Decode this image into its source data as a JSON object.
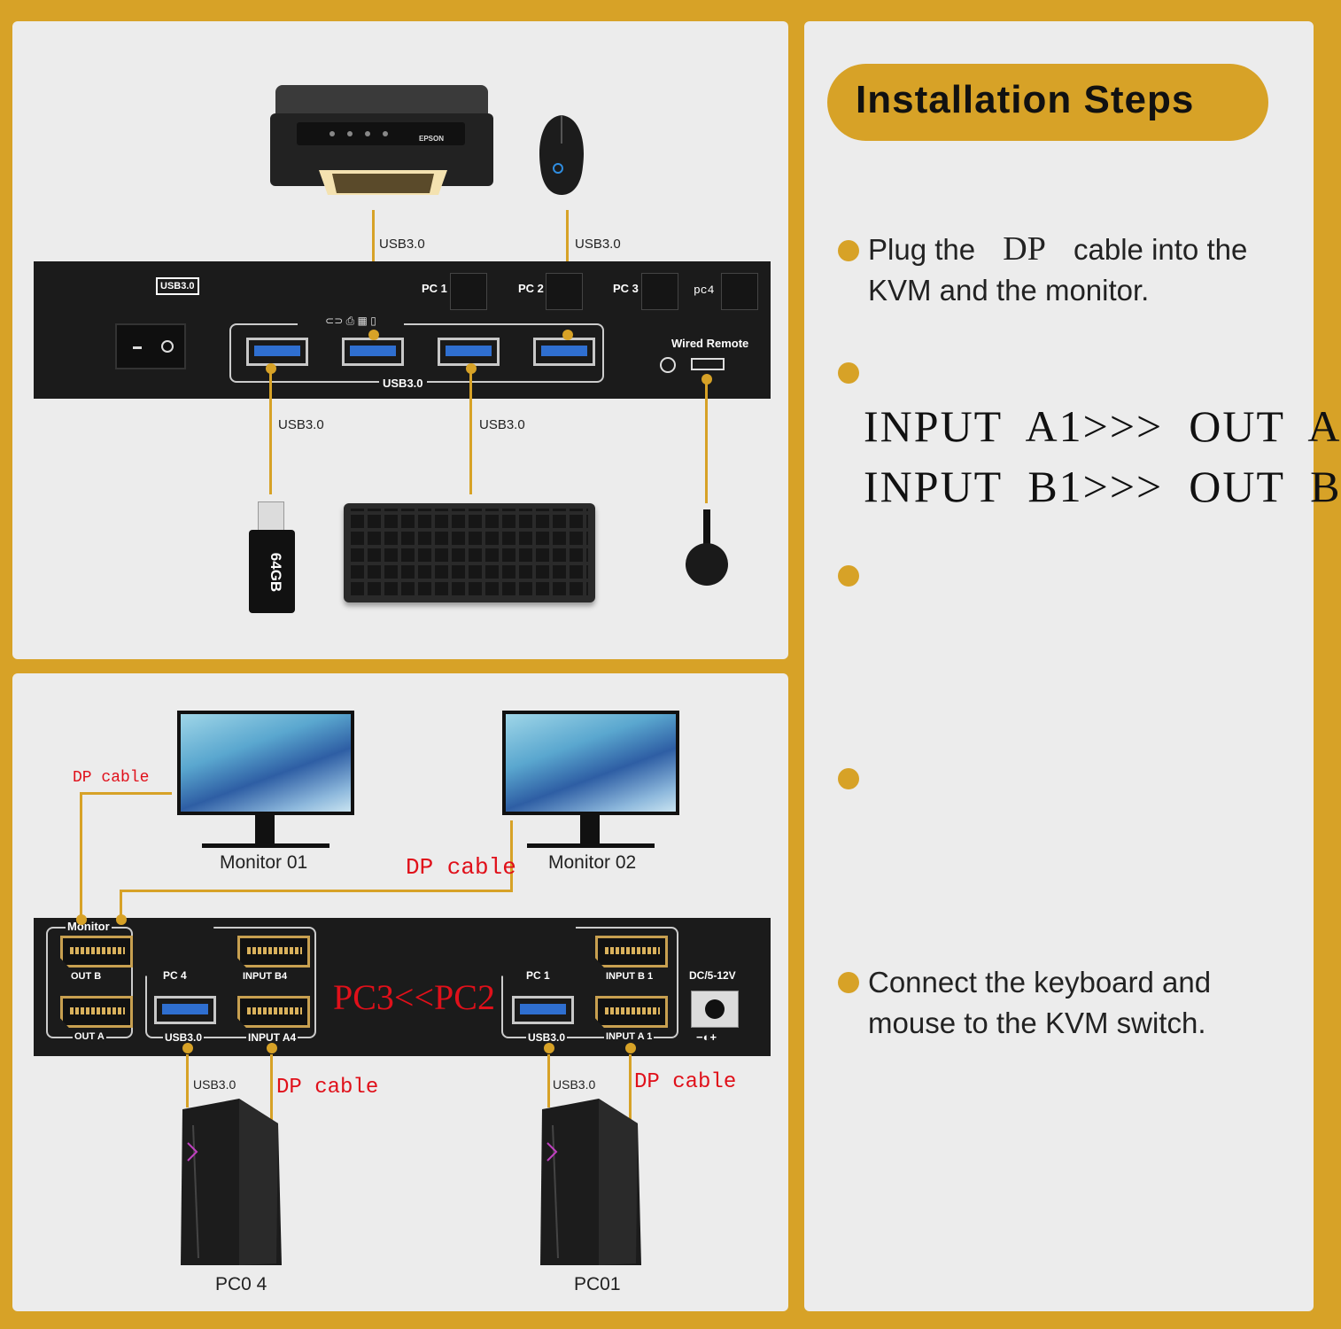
{
  "top_diagram": {
    "cable_labels": [
      "USB3.0",
      "USB3.0",
      "USB3.0",
      "USB3.0"
    ],
    "kvm": {
      "usb_badge": "USB3.0",
      "pc_buttons": [
        "PC 1",
        "PC 2",
        "PC 3",
        "pc4"
      ],
      "usb_group_label": "USB3.0",
      "wired_remote": "Wired Remote"
    },
    "printer_brand": "EPSON",
    "usb_stick_label": "64GB"
  },
  "bottom_diagram": {
    "monitors": [
      "Monitor 01",
      "Monitor 02"
    ],
    "dp_cable_labels": [
      "DP cable",
      "DP cable",
      "DP cable",
      "DP cable"
    ],
    "usb_labels": [
      "USB3.0",
      "USB3.0"
    ],
    "kvm": {
      "monitor_label": "Monitor",
      "out_b": "OUT B",
      "out_a": "OUT A",
      "pc4_label": "PC 4",
      "input_b4": "INPUT B4",
      "input_a4": "INPUT A4",
      "usb_left": "USB3.0",
      "center_text": "PC3<<PC2",
      "pc1_label": "PC 1",
      "input_b1": "INPUT B 1",
      "input_a1": "INPUT A 1",
      "usb_right": "USB3.0",
      "dc_label": "DC/5-12V"
    },
    "pcs": [
      "PC0 4",
      "PC01"
    ]
  },
  "steps": {
    "title": "Installation Steps",
    "step1_a": "Plug the",
    "step1_dp": "DP",
    "step1_b": "cable into the",
    "step1_c": "KVM and the monitor.",
    "mapping_line1": "INPUT  A1>>>  OUT  A",
    "mapping_line2": "INPUT  B1>>>  OUT  B",
    "step_last_a": "Connect the keyboard and",
    "step_last_b": "mouse to the KVM switch."
  },
  "colors": {
    "accent": "#d7a227",
    "panel": "#ececec",
    "red_label": "#e0101a"
  }
}
